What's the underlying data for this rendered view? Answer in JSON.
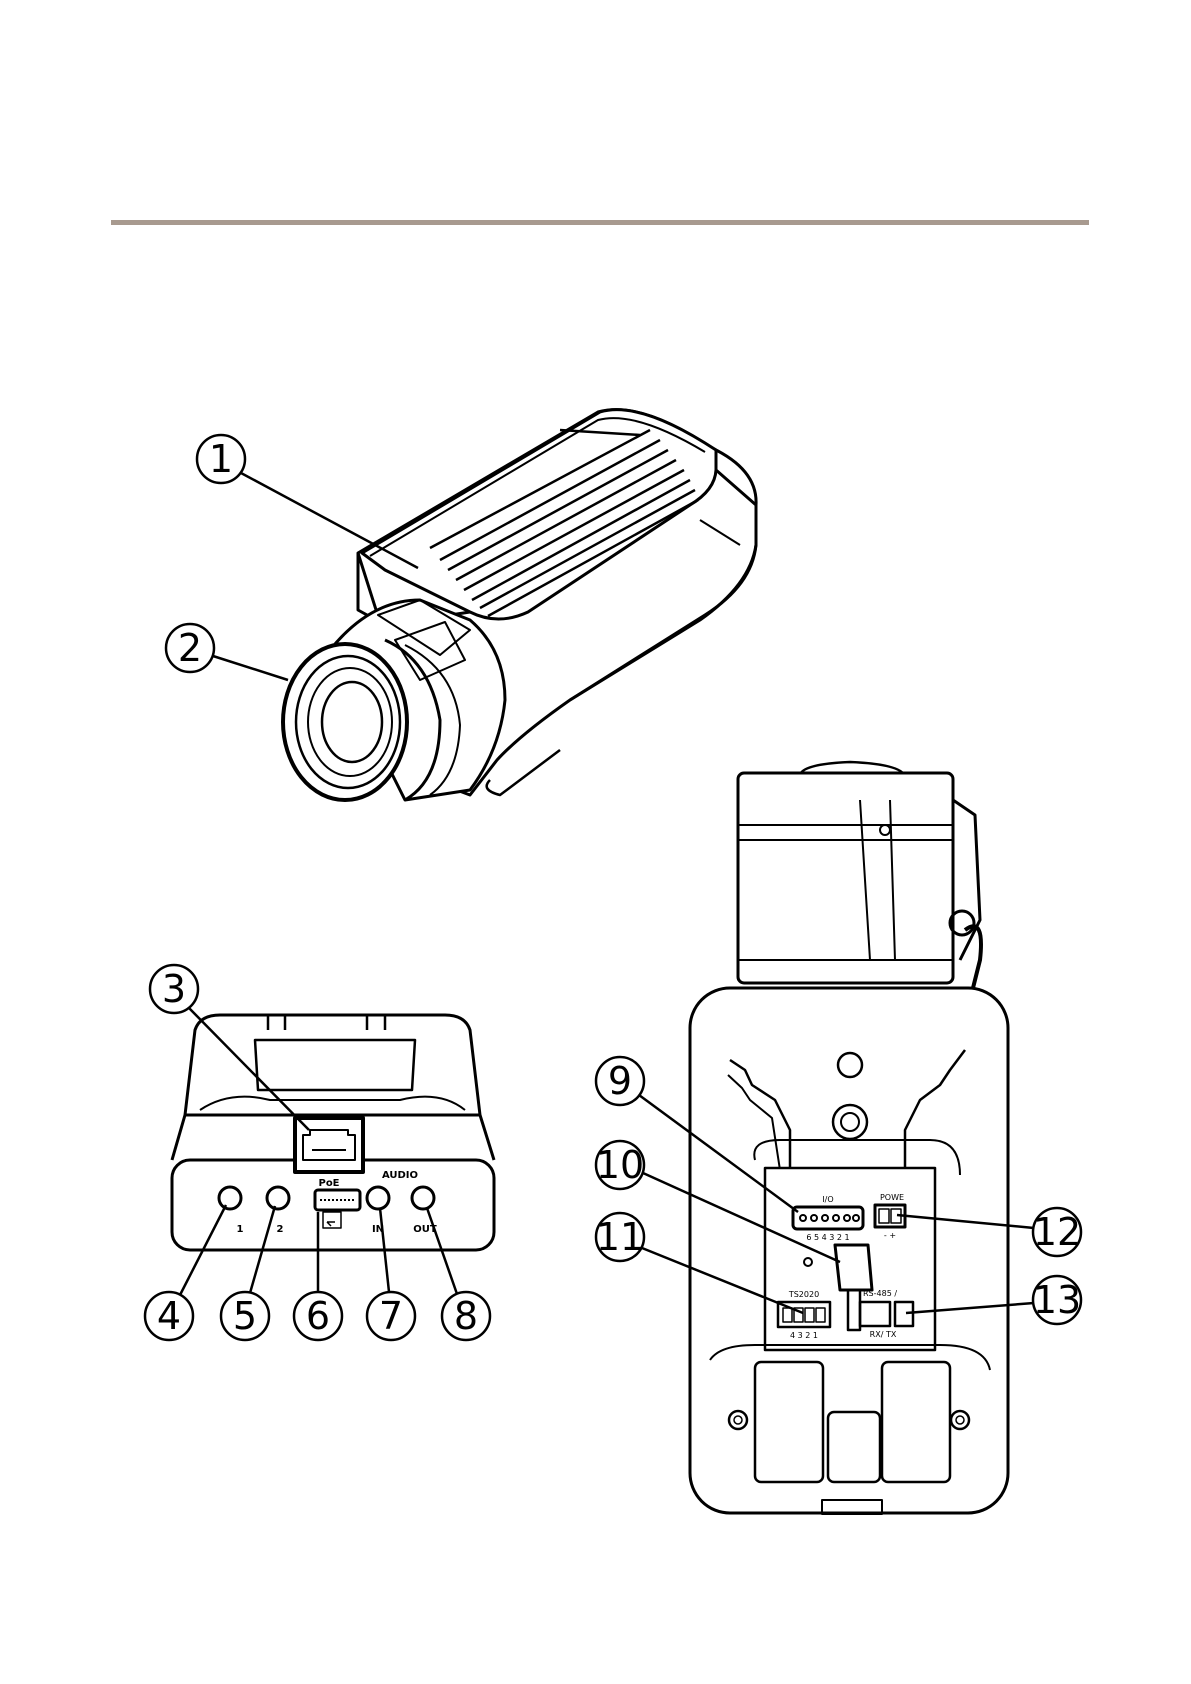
{
  "colors": {
    "rule": "#a89a8f",
    "ink": "#000000"
  },
  "callouts": [
    "1",
    "2",
    "3",
    "4",
    "5",
    "6",
    "7",
    "8",
    "9",
    "10",
    "11",
    "12",
    "13"
  ],
  "port_labels": {
    "poe": "PoE",
    "audio": "AUDIO",
    "input1": "1",
    "input2": "2",
    "audio_in": "IN",
    "audio_out": "OUT",
    "io": "I/O",
    "io_pins": "6 5 4 3 2 1",
    "power": "POWE",
    "power_pins": "-  +",
    "relay": "TS2020",
    "relay_pins": "4  3  2  1",
    "rs485": "RS-485 /",
    "rxtx": "RX/     TX"
  }
}
